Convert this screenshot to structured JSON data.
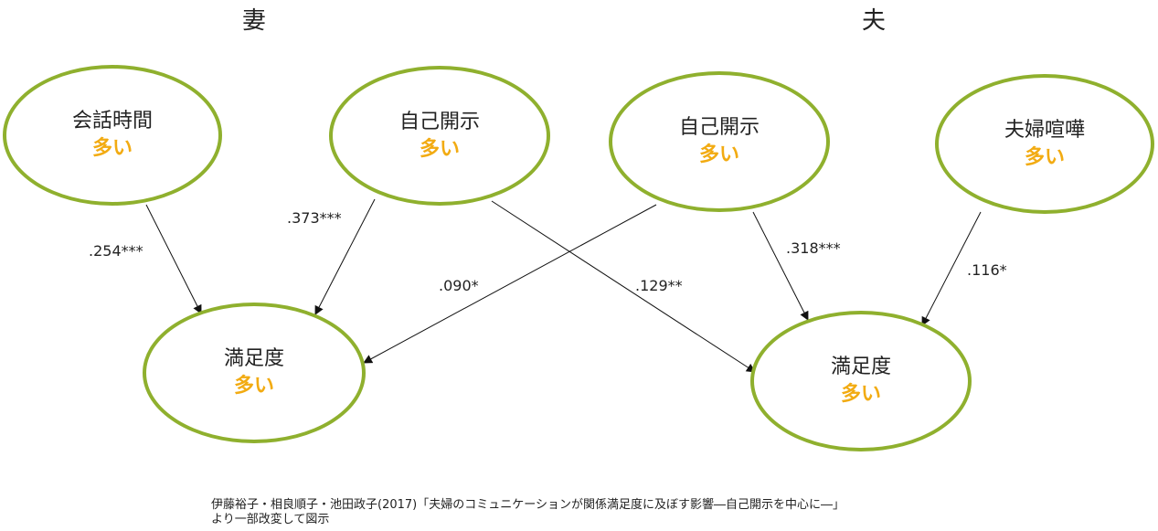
{
  "headers": {
    "wife": "妻",
    "husband": "夫"
  },
  "nodes": {
    "talk_time": {
      "label": "会話時間",
      "sub": "多い"
    },
    "wife_disclosure": {
      "label": "自己開示",
      "sub": "多い"
    },
    "husband_disclosure": {
      "label": "自己開示",
      "sub": "多い"
    },
    "quarrel": {
      "label": "夫婦喧嘩",
      "sub": "多い"
    },
    "wife_satisfaction": {
      "label": "満足度",
      "sub": "多い"
    },
    "husband_satisfaction": {
      "label": "満足度",
      "sub": "多い"
    }
  },
  "coefficients": {
    "talk_to_wsat": ".254***",
    "wdisc_to_wsat": ".373***",
    "hdisc_to_wsat": ".090*",
    "wdisc_to_hsat": ".129**",
    "hdisc_to_hsat": ".318***",
    "quarrel_to_hsat": ".116*"
  },
  "caption": {
    "line1": "伊藤裕子・相良順子・池田政子(2017)「夫婦のコミュニケーションが関係満足度に及ぼす影響―自己開示を中心に―」",
    "line2": "より一部改変して図示"
  },
  "colors": {
    "ellipse_border": "#8fb02e",
    "highlight_text": "#f2ab12"
  }
}
